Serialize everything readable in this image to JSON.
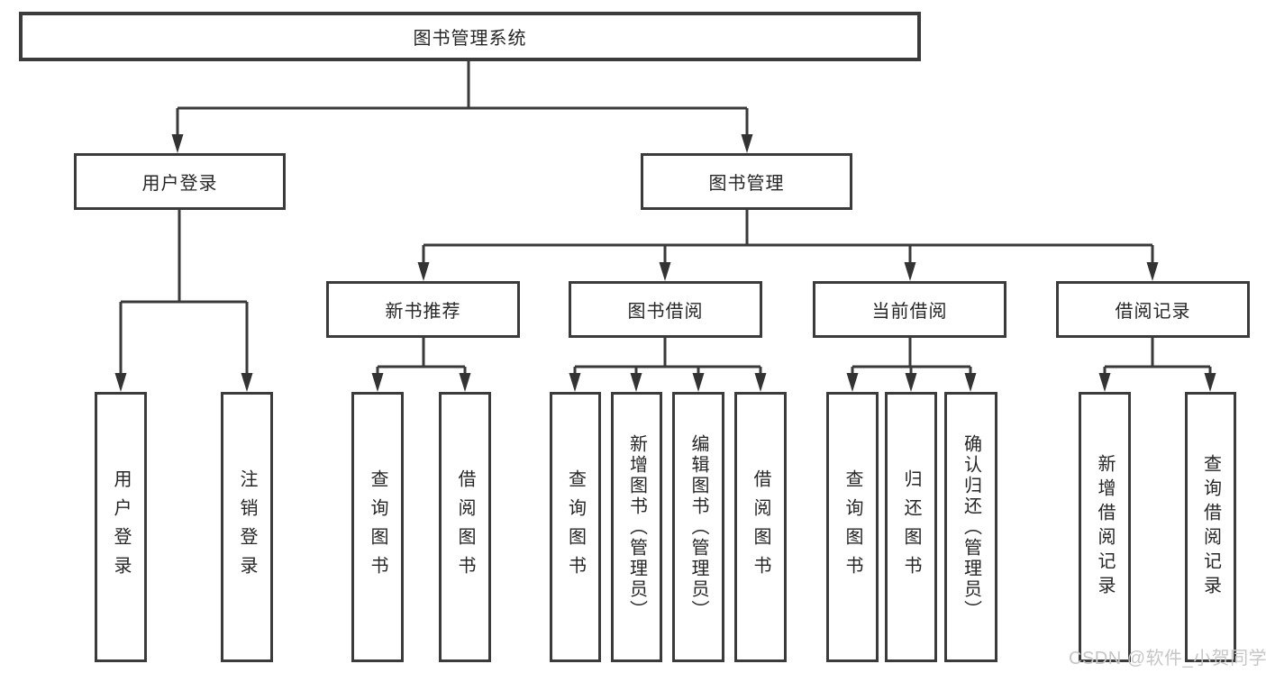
{
  "page": {
    "background": "#ffffff"
  },
  "colors": {
    "line": "#3a3a3a",
    "box_border": "#3b3b3b",
    "text": "#262626",
    "watermark": "#c6c6c6"
  },
  "watermark": {
    "text": "CSDN @软件_小贺同学"
  },
  "tree": {
    "root": "图书管理系统",
    "children": [
      {
        "label": "用户登录",
        "children": [
          "用户登录",
          "注销登录"
        ]
      },
      {
        "label": "图书管理",
        "children": [
          {
            "label": "新书推荐",
            "children": [
              "查询图书",
              "借阅图书"
            ]
          },
          {
            "label": "图书借阅",
            "children": [
              "查询图书",
              "新增图书（管理员）",
              "编辑图书（管理员）",
              "借阅图书"
            ]
          },
          {
            "label": "当前借阅",
            "children": [
              "查询图书",
              "归还图书",
              "确认归还（管理员）"
            ]
          },
          {
            "label": "借阅记录",
            "children": [
              "新增借阅记录",
              "查询借阅记录"
            ]
          }
        ]
      }
    ]
  }
}
